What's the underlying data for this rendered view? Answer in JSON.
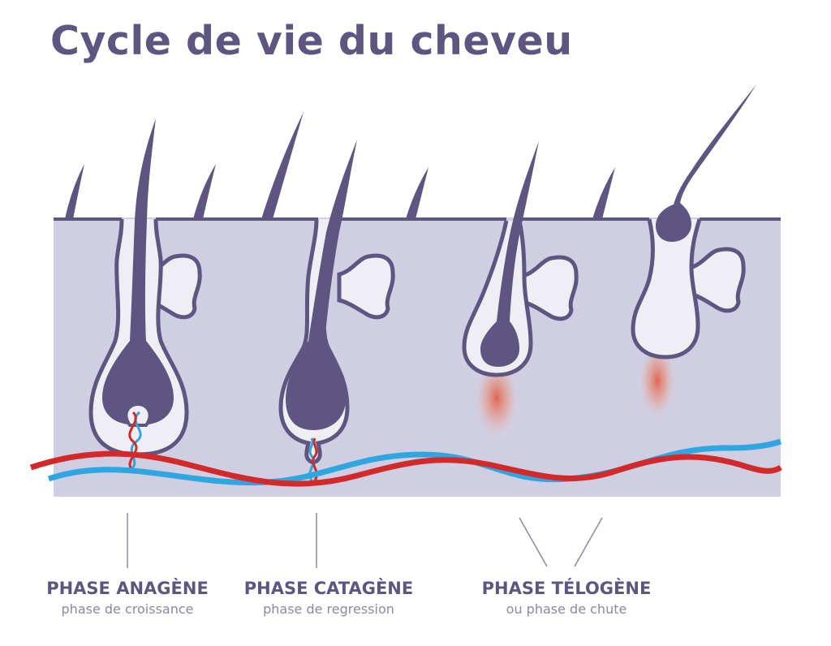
{
  "title": "Cycle de vie du cheveu",
  "phases": [
    {
      "title": "PHASE ANAGÈNE",
      "subtitle": "phase de croissance"
    },
    {
      "title": "PHASE CATAGÈNE",
      "subtitle": "phase de regression"
    },
    {
      "title": "PHASE TÉLOGÈNE",
      "subtitle": "ou phase de chute"
    }
  ],
  "colors": {
    "title": "#5e5680",
    "hair": "#5e5680",
    "skin": "#cfcee3",
    "follicle": "#eeeef4",
    "artery": "#d22a2a",
    "vein": "#2fa6df",
    "phase_title": "#5e5680",
    "phase_subtitle": "#8a8aa0",
    "pointer_line": "#8a8aa0"
  },
  "icons": {
    "hair": "hair-strand-icon",
    "bulb": "hair-bulb-icon",
    "artery": "artery-line",
    "vein": "vein-line"
  }
}
